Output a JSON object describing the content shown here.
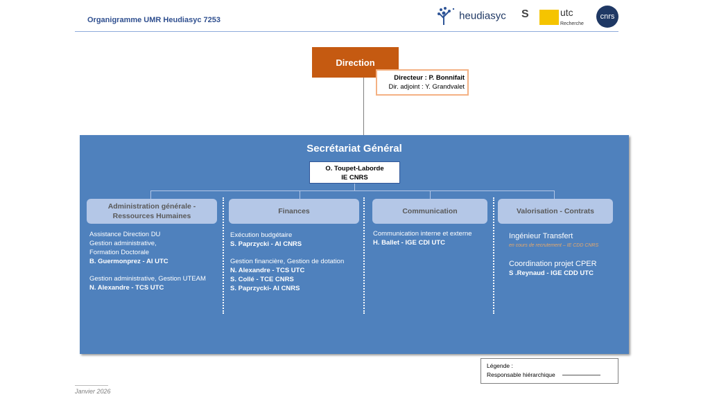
{
  "header": {
    "title": "Organigramme UMR Heudiasyc 7253",
    "logos": [
      "heudiasyc",
      "utc",
      "Recherche",
      "cnrs"
    ]
  },
  "direction": {
    "label": "Direction",
    "director": "Directeur : P. Bonnifait",
    "deputy": "Dir. adjoint : Y. Grandvalet"
  },
  "secretariat": {
    "title": "Secrétariat Général",
    "head_name": "O. Toupet-Laborde",
    "head_role": "IE CNRS"
  },
  "departments": [
    {
      "title": "Administration générale  -\nRessources Humaines",
      "blocks": [
        {
          "lines": [
            "Assistance Direction DU",
            "Gestion administrative,",
            "Formation Doctorale"
          ],
          "people": [
            "B. Guermonprez - AI UTC"
          ]
        },
        {
          "lines": [
            "Gestion administrative, Gestion UTEAM"
          ],
          "people": [
            "N. Alexandre - TCS UTC"
          ]
        }
      ]
    },
    {
      "title": "Finances",
      "blocks": [
        {
          "lines": [
            "Exécution budgétaire"
          ],
          "people": [
            "S. Paprzycki - AI CNRS"
          ]
        },
        {
          "lines": [
            "Gestion financière, Gestion de dotation"
          ],
          "people": [
            "N. Alexandre - TCS UTC",
            "S. Collé - TCE CNRS",
            "S. Paprzycki- AI CNRS"
          ]
        }
      ]
    },
    {
      "title": "Communication",
      "blocks": [
        {
          "lines": [
            "Communication interne et externe"
          ],
          "people": [
            "H. Ballet -  IGE CDI UTC"
          ]
        }
      ]
    },
    {
      "title": "Valorisation - Contrats",
      "blocks": [
        {
          "lines": [
            "Ingénieur Transfert"
          ],
          "note": "en cours de recrutement – IE CDD CNRS",
          "people": []
        },
        {
          "lines": [
            "Coordination projet CPER"
          ],
          "people": [
            "S .Reynaud - IGE CDD UTC"
          ]
        }
      ]
    }
  ],
  "legend": {
    "title": "Légende :",
    "item": "Responsable hiérarchique"
  },
  "footer": {
    "date": "Janvier 2026"
  }
}
